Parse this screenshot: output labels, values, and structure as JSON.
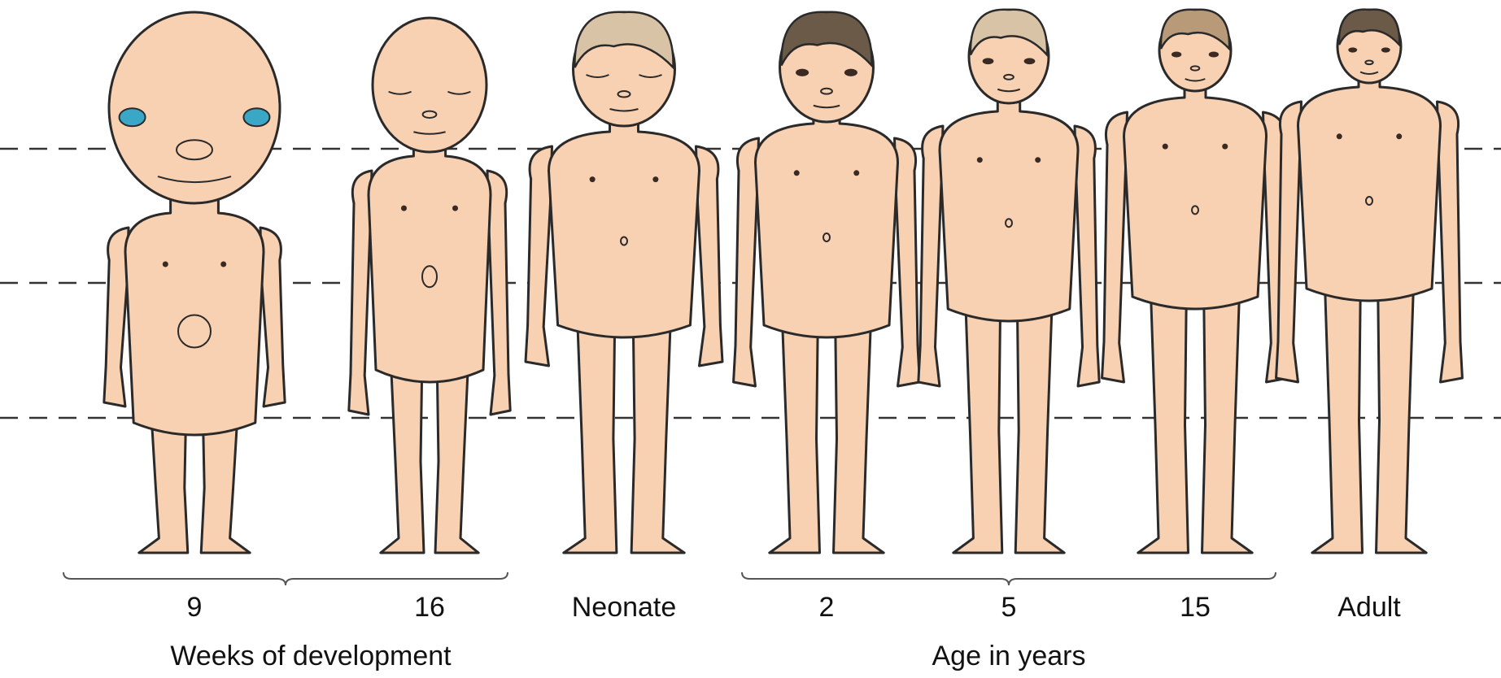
{
  "figures": [
    {
      "label": "9"
    },
    {
      "label": "16"
    },
    {
      "label": "Neonate"
    },
    {
      "label": "2"
    },
    {
      "label": "5"
    },
    {
      "label": "15"
    },
    {
      "label": "Adult"
    }
  ],
  "groups": {
    "weeks": "Weeks of development",
    "years": "Age in years"
  },
  "colors": {
    "skin": "#f8d0b2",
    "skin_shade": "#e2b496",
    "outline": "#2a2a2a",
    "hair": "#d9c3a6",
    "hair_dark": "#6b5a48",
    "eye": "#3ba7c7",
    "dash": "#333333"
  }
}
